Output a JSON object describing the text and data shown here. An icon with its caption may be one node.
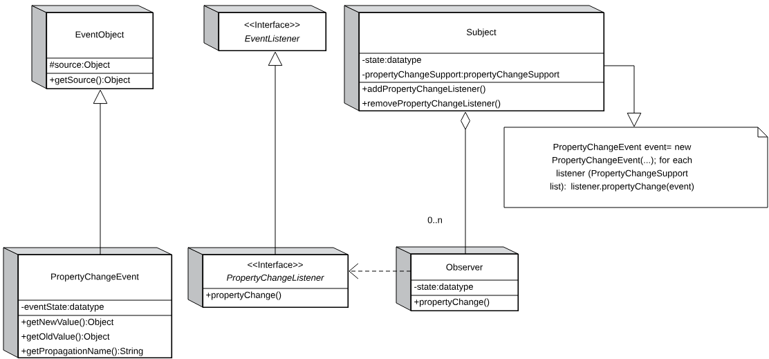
{
  "diagram": {
    "nodes": [
      {
        "text": [
          "EventObject",
          "#source:Object",
          "+getSource():Object"
        ]
      },
      {
        "text": [
          "<<Interface>>",
          "EventListener"
        ]
      },
      {
        "text": [
          "Subject",
          "-state:datatype",
          "-propertyChangeSupport:propertyChangeSupport",
          "+addPropertyChangeListener()",
          "+removePropertyChangeListener()"
        ]
      },
      {
        "text": [
          "PropertyChangeEvent event= new PropertyChangeEvent(...); for each listener (PropertyChangeSupport list): listener.propertyChange(event)"
        ]
      },
      {
        "text": [
          "PropertyChangeEvent",
          "-eventState:datatype",
          "+getNewValue():Object",
          "+getOldValue():Object",
          "+getPropagationName():String"
        ]
      },
      {
        "text": [
          "<<Interface>>",
          "PropertyChangeListener",
          "+propertyChange()"
        ]
      },
      {
        "text": [
          "Observer",
          "-state:datatype",
          "+propertyChange()"
        ]
      }
    ],
    "edges": [
      {
        "from": 4,
        "to": 0,
        "arrow": "to"
      },
      {
        "from": 5,
        "to": 1,
        "arrow": "to"
      },
      {
        "from": 2,
        "to": 3,
        "arrow": "to"
      },
      {
        "from": 2,
        "to": 6,
        "arrow": "other",
        "label": "0..n"
      },
      {
        "from": 6,
        "to": 5,
        "arrow": "to",
        "style": "dashed"
      }
    ]
  }
}
